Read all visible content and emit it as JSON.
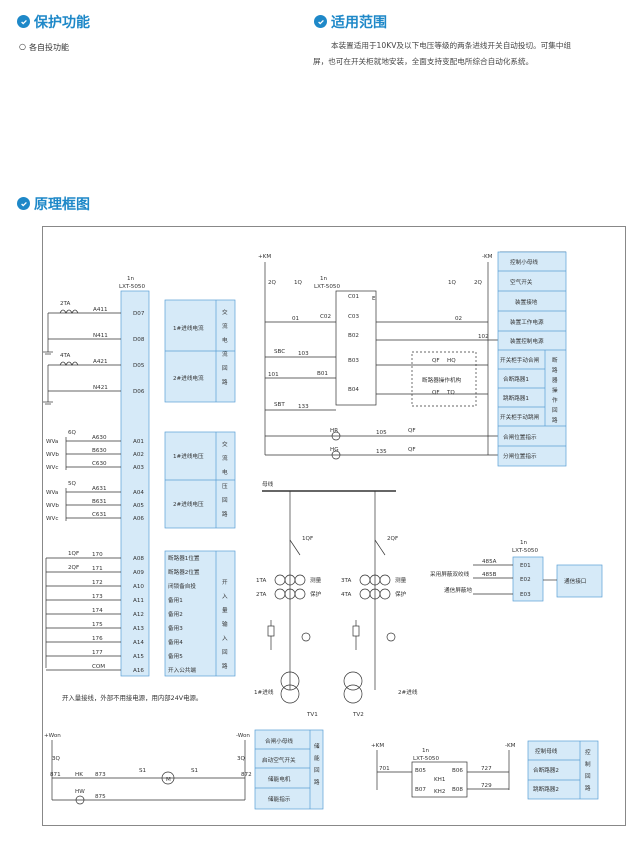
{
  "sections": {
    "protection": {
      "title": "保护功能",
      "items": [
        "各自投功能"
      ]
    },
    "scope": {
      "title": "适用范围",
      "text_line1": "本装置适用于10KV及以下电压等级的两条进线开关自动投切。可集中组",
      "text_line2": "屏，也可在开关柜就地安装，全面支持变配电所综合自动化系统。"
    },
    "diagram_title": "原理框图"
  },
  "diagram": {
    "device_tag": "1n",
    "device_model": "LXT-5050",
    "left_ct": {
      "ct1": "2TA",
      "ct2": "4TA",
      "wires": [
        "A411",
        "N411",
        "A421",
        "N421"
      ],
      "terminals": [
        "D07",
        "D08",
        "D05",
        "D06"
      ],
      "box_lines": [
        "1#进线电流",
        "2#进线电流"
      ],
      "box_side": [
        "交",
        "流",
        "电",
        "流",
        "回",
        "路"
      ]
    },
    "left_vt": {
      "switch1": "6Q",
      "switch2": "5Q",
      "labels": [
        "WVa",
        "WVb",
        "WVc",
        "WVa",
        "WVb",
        "WVc"
      ],
      "wires": [
        "A630",
        "B630",
        "C630",
        "A631",
        "B631",
        "C631"
      ],
      "terminals": [
        "A01",
        "A02",
        "A03",
        "A04",
        "A05",
        "A06"
      ],
      "box_lines": [
        "1#进线电压",
        "2#进线电压"
      ],
      "box_side": [
        "交",
        "流",
        "电",
        "压",
        "回",
        "路"
      ]
    },
    "left_inputs": {
      "sources": [
        "1QF",
        "2QF"
      ],
      "wires": [
        "170",
        "171",
        "172",
        "173",
        "174",
        "175",
        "176",
        "177",
        "COM"
      ],
      "terminals": [
        "A08",
        "A09",
        "A10",
        "A11",
        "A12",
        "A13",
        "A14",
        "A15",
        "A16"
      ],
      "box_lines": [
        "断路器1位置",
        "断路器2位置",
        "闭锁备自投",
        "备用1",
        "备用2",
        "备用3",
        "备用4",
        "备用5",
        "开入公共端"
      ],
      "box_side": [
        "开",
        "入",
        "量",
        "输",
        "入",
        "回",
        "路"
      ],
      "note": "开入量接线，外部不用接电源，用内部24V电源。"
    },
    "control": {
      "plus": "+KM",
      "minus": "-KM",
      "device_tag": "1n",
      "device_model": "LXT-5050",
      "sw_left1": "2Q",
      "sw_left2": "1Q",
      "sw_right1": "1Q",
      "sw_right2": "2Q",
      "terms": [
        "C01",
        "C02",
        "C03",
        "B02",
        "B03",
        "B01",
        "B04"
      ],
      "wires": [
        "01",
        "02",
        "E",
        "101",
        "102",
        "103",
        "133"
      ],
      "buttons": [
        "SBC",
        "SBT"
      ],
      "mechanism": "断路器操作机构",
      "qf_hq": [
        "QF",
        "HQ"
      ],
      "qf_tq": [
        "QF",
        "TQ"
      ],
      "lamps": [
        "HR",
        "HG"
      ],
      "lamp_wires": [
        "105",
        "135"
      ],
      "qf": "QF",
      "right_items": [
        "控制小母线",
        "空气开关",
        "装置接地",
        "装置工作电源",
        "装置控制电源",
        "开关柜手动合闸",
        "合断路器1",
        "跳断路器1",
        "开关柜手动跳闸",
        "合闸位置指示",
        "分闸位置指示"
      ],
      "right_side": [
        "断",
        "路",
        "器",
        "操",
        "作",
        "回",
        "路"
      ]
    },
    "primary": {
      "bus": "母线",
      "breakers": [
        "1QF",
        "2QF"
      ],
      "cts_left": [
        "1TA",
        "2TA"
      ],
      "cts_right": [
        "3TA",
        "4TA"
      ],
      "measure": "测量",
      "protect": "保护",
      "line1": "1#进线",
      "line2": "2#进线",
      "tv": [
        "TV1",
        "TV2"
      ]
    },
    "comm": {
      "device_tag": "1n",
      "device_model": "LXT-5050",
      "wires": [
        "485A",
        "485B"
      ],
      "terminals": [
        "E01",
        "E02",
        "E03"
      ],
      "cable": "采用屏蔽双绞线",
      "ground": "通信屏蔽地",
      "box": "通信接口"
    },
    "storage": {
      "plus": "+Won",
      "minus": "-Won",
      "switch_l": "3Q",
      "switch_r": "3Q",
      "wires": [
        "871",
        "873",
        "875",
        "872"
      ],
      "hk": "HK",
      "hw": "HW",
      "s1": "S1",
      "m": "M",
      "box_lines": [
        "合闸小母线",
        "启动空气开关",
        "储能电机",
        "储能指示"
      ],
      "box_side": [
        "储",
        "能",
        "回",
        "路"
      ]
    },
    "output2": {
      "plus": "+KM",
      "minus": "-KM",
      "device_tag": "1n",
      "device_model": "LXT-5050",
      "terms": [
        "B05",
        "B06",
        "B07",
        "B08"
      ],
      "relays": [
        "KH1",
        "KH2"
      ],
      "wires": [
        "701",
        "727",
        "729"
      ],
      "box_lines": [
        "控制母线",
        "合断路器2",
        "跳断路器2"
      ],
      "box_side": [
        "控",
        "制",
        "回",
        "路"
      ]
    }
  },
  "colors": {
    "accent": "#1e88c8",
    "box_fill": "#d6eaf8",
    "box_stroke": "#5a9fd4",
    "line": "#333333"
  }
}
